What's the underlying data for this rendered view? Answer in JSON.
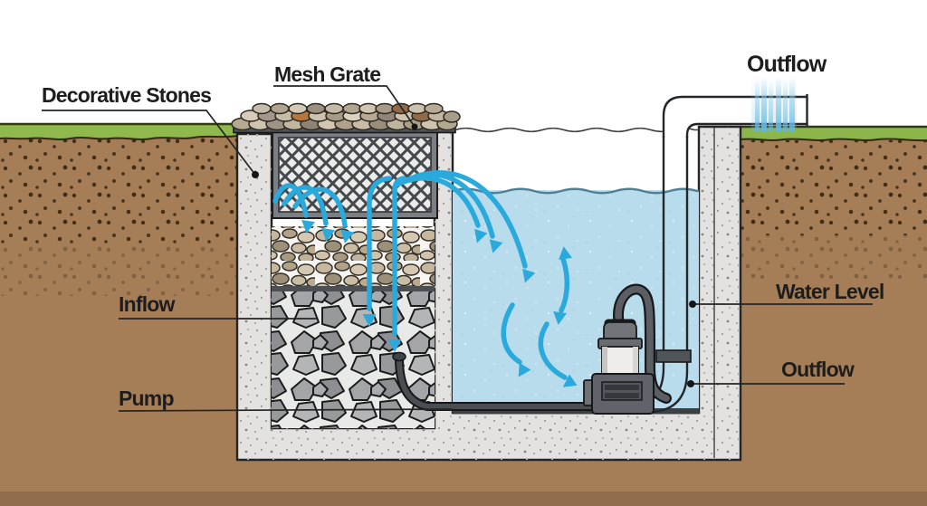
{
  "labels": {
    "decorative_stones": "Decorative Stones",
    "mesh_grate": "Mesh Grate",
    "outflow_top": "Outflow",
    "inflow": "Inflow",
    "pump": "Pump",
    "water_level": "Water Level",
    "outflow_right": "Outflow"
  },
  "colors": {
    "water": "#b9dcec",
    "flow_arrow_blue": "#2aa9dd",
    "soil_brown": "#a57e58",
    "soil_dark_band": "#8e6a47",
    "grass_green": "#8fb84d",
    "concrete": "#e3e2e0",
    "frame_gray": "#54585c",
    "label_text": "#1d1d1d"
  },
  "icons": {
    "flow_arrows": "curved blue arrows showing water circulation",
    "outflow_streaks": "falling water streaks at pipe outlet"
  }
}
